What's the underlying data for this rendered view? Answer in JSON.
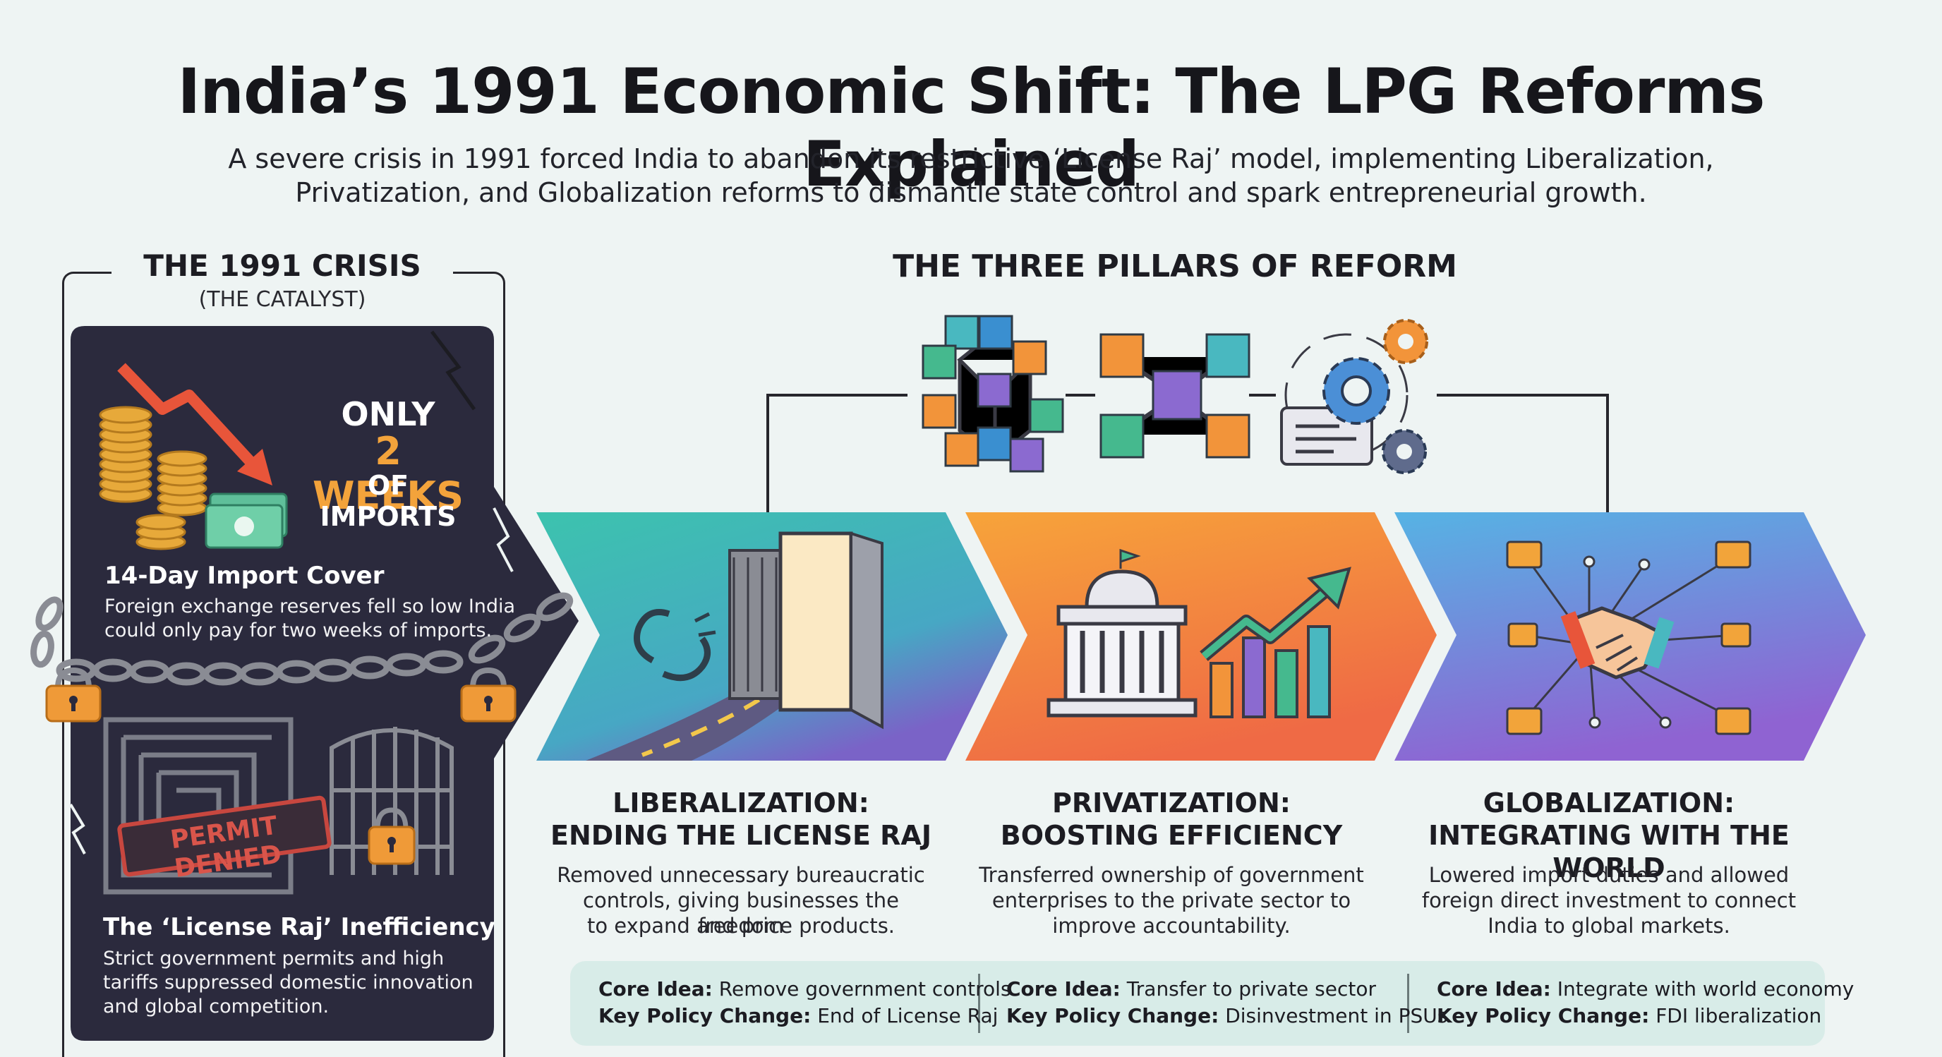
{
  "header": {
    "title": "India’s 1991 Economic Shift: The LPG Reforms Explained",
    "subtitle_line1": "A severe crisis in 1991 forced India to abandon its restrictive ‘License Raj’ model, implementing Liberalization,",
    "subtitle_line2": "Privatization, and Globalization reforms to dismantle state control and spark entrepreneurial growth."
  },
  "crisis": {
    "heading": "THE 1991 CRISIS",
    "subheading": "(THE CATALYST)",
    "stat_only": "ONLY",
    "stat_weeks": "2 WEEKS",
    "stat_of": "OF IMPORTS",
    "import_title": "14-Day Import Cover",
    "import_body_1": "Foreign exchange reserves fell so low India",
    "import_body_2": "could only pay for two weeks of imports.",
    "stamp": "PERMIT DENIED",
    "raj_title": "The ‘License Raj’ Inefficiency",
    "raj_body_1": "Strict government permits and high",
    "raj_body_2": "tariffs suppressed domestic innovation",
    "raj_body_3": "and global competition."
  },
  "pillars": {
    "heading": "THE THREE PILLARS OF REFORM",
    "items": [
      {
        "title_1": "LIBERALIZATION:",
        "title_2": "ENDING THE LICENSE RAJ",
        "body_1": "Removed unnecessary bureaucratic",
        "body_2": "controls, giving businesses the freedom",
        "body_3": "to expand and price products.",
        "core_label": "Core Idea:",
        "core_value": "Remove government controls",
        "policy_label": "Key Policy Change:",
        "policy_value": "End of License Raj"
      },
      {
        "title_1": "PRIVATIZATION:",
        "title_2": "BOOSTING EFFICIENCY",
        "body_1": "Transferred ownership of government",
        "body_2": "enterprises to the private sector to",
        "body_3": "improve accountability.",
        "core_label": "Core Idea:",
        "core_value": "Transfer to private sector",
        "policy_label": "Key Policy Change:",
        "policy_value": "Disinvestment in PSUs"
      },
      {
        "title_1": "GLOBALIZATION:",
        "title_2": "INTEGRATING WITH THE WORLD",
        "body_1": "Lowered import duties and allowed",
        "body_2": "foreign direct investment to connect",
        "body_3": "India to global markets.",
        "core_label": "Core Idea:",
        "core_value": "Integrate with world economy",
        "policy_label": "Key Policy Change:",
        "policy_value": "FDI liberalization"
      }
    ]
  },
  "colors": {
    "panel_dark": "#2b2a3d",
    "orange_accent": "#f3a33b",
    "teal": "#3cc3ae",
    "orange": "#f59a3a",
    "blue": "#5aaee0",
    "purple": "#8b6ad0",
    "summary_bg": "#d8ece8"
  },
  "icons": [
    "coins-icon",
    "cash-icon",
    "down-arrow-icon",
    "chain-icon",
    "padlock-icon",
    "maze-icon",
    "gate-icon",
    "cube-network-icon",
    "gears-icon",
    "broken-chain-icon",
    "open-door-icon",
    "road-icon",
    "government-building-icon",
    "growth-chart-icon",
    "handshake-icon",
    "folder-network-icon"
  ]
}
